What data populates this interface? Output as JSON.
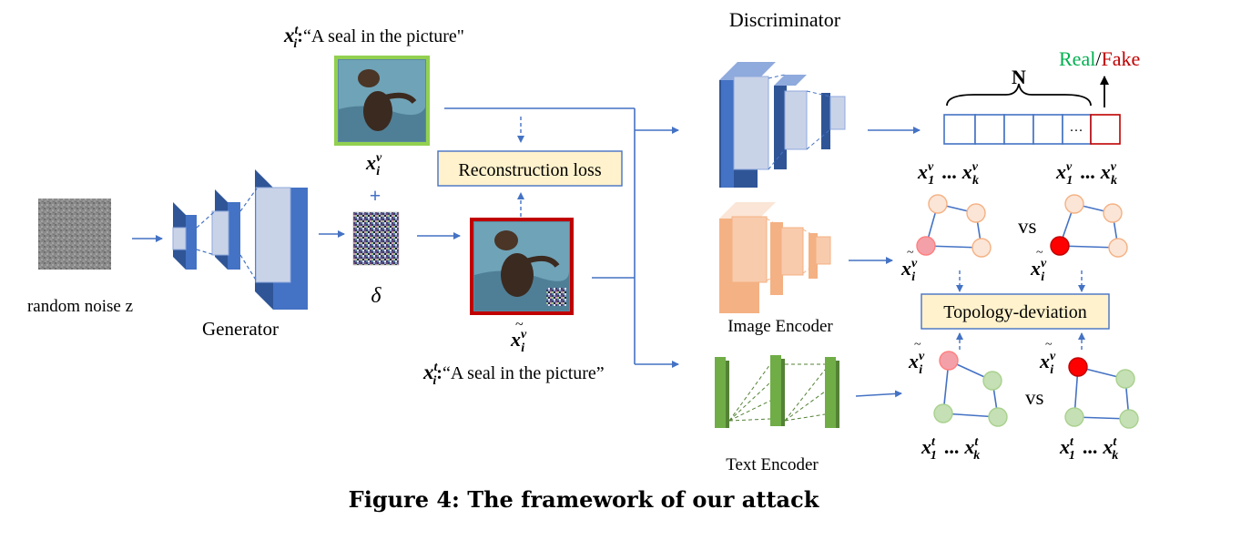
{
  "labels": {
    "noise": "random noise z",
    "generator": "Generator",
    "delta": "δ",
    "plus": "+",
    "reconstruction_loss": "Reconstruction loss",
    "discriminator": "Discriminator",
    "image_encoder": "Image Encoder",
    "text_encoder": "Text Encoder",
    "topology_deviation": "Topology-deviation",
    "vs_top": "vs",
    "vs_bottom": "vs",
    "n_label": "N",
    "real": "Real",
    "slash": "/",
    "fake": "Fake",
    "ellipsis": "···"
  },
  "math": {
    "x_var": "x",
    "sup_t": "t",
    "sup_v": "v",
    "sub_i": "i",
    "sub_1": "1",
    "sub_k": "k",
    "tilde": "~",
    "dots": "...",
    "colon": ":",
    "caption_text": "“A seal in the picture\""
  },
  "bottom_caption_text": "“A seal in the picture”",
  "caption": "Figure 4: The framework of our attack",
  "colors": {
    "arrow": "#4472c4",
    "disc_blue": "#4472c4",
    "img_enc": "#f4b183",
    "text_enc": "#70ad47",
    "green_frame": "#92d050",
    "red_frame": "#c00000",
    "box_fill": "#fff2cc",
    "box_border": "#4472c4",
    "real": "#00b050",
    "fake": "#c00000",
    "node_peach": "#fbe5d6",
    "node_green": "#c5e0b4",
    "node_pink": "#f4a0a8",
    "node_red": "#ff0000"
  }
}
